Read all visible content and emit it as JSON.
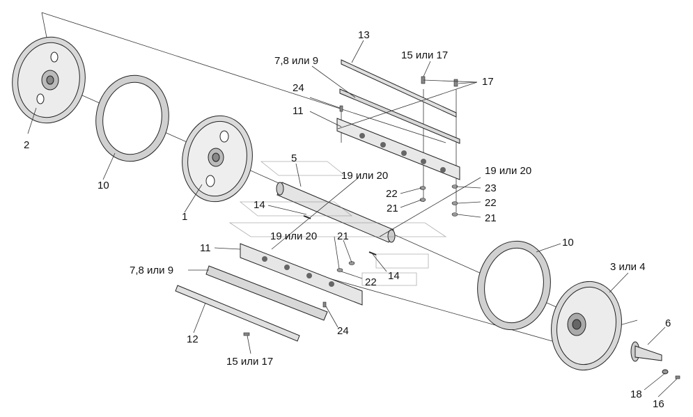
{
  "labels": {
    "l13": "13",
    "l15a": "15 или 17",
    "l789a": "7,8 или 9",
    "l17": "17",
    "l24a": "24",
    "l11a": "11",
    "l5": "5",
    "l2": "2",
    "l10a": "10",
    "l1": "1",
    "l14a": "14",
    "l19a": "19 или 20",
    "l19b": "19 или 20",
    "l22a": "22",
    "l23": "23",
    "l21a": "21",
    "l22b": "22",
    "l21b": "21",
    "l19c": "19 или 20",
    "l21c": "21",
    "l11b": "11",
    "l789b": "7,8 или 9",
    "l22c": "22",
    "l14b": "14",
    "l10b": "10",
    "l34": "3 или 4",
    "l6": "6",
    "l12": "12",
    "l24b": "24",
    "l15b": "15 или 17",
    "l18": "18",
    "l16": "16"
  }
}
